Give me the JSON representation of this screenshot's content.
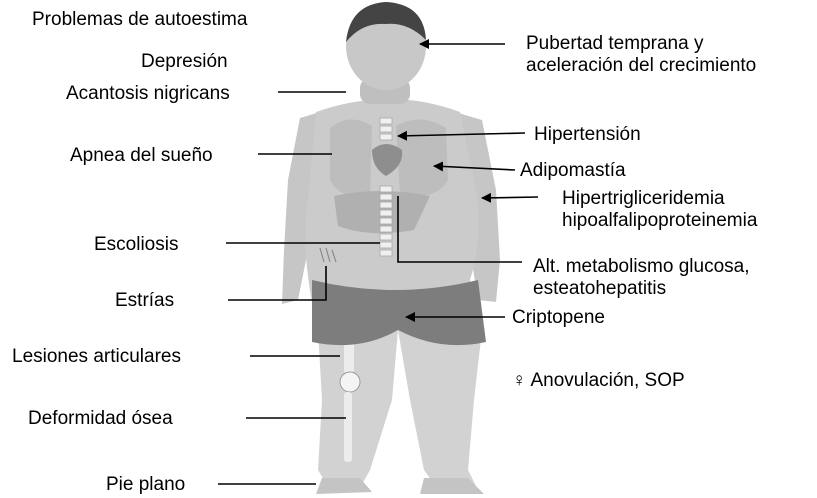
{
  "labels": {
    "autoestima": "Problemas de autoestima",
    "depresion": "Depresión",
    "acantosis": "Acantosis nigricans",
    "apnea": "Apnea del sueño",
    "escoliosis": "Escoliosis",
    "estrias": "Estrías",
    "lesiones": "Lesiones articulares",
    "deformidad": "Deformidad ósea",
    "pie_plano": "Pie plano",
    "pubertad_1": "Pubertad temprana y",
    "pubertad_2": "aceleración del crecimiento",
    "hipertension": "Hipertensión",
    "adipomastia": "Adipomastía",
    "hipertrig_1": "Hipertrigliceridemia",
    "hipertrig_2": "hipoalfalipoproteinemia",
    "glucosa_1": "Alt. metabolismo glucosa,",
    "glucosa_2": "esteatohepatitis",
    "criptopene": "Criptopene",
    "anovulacion": "♀ Anovulación, SOP"
  }
}
